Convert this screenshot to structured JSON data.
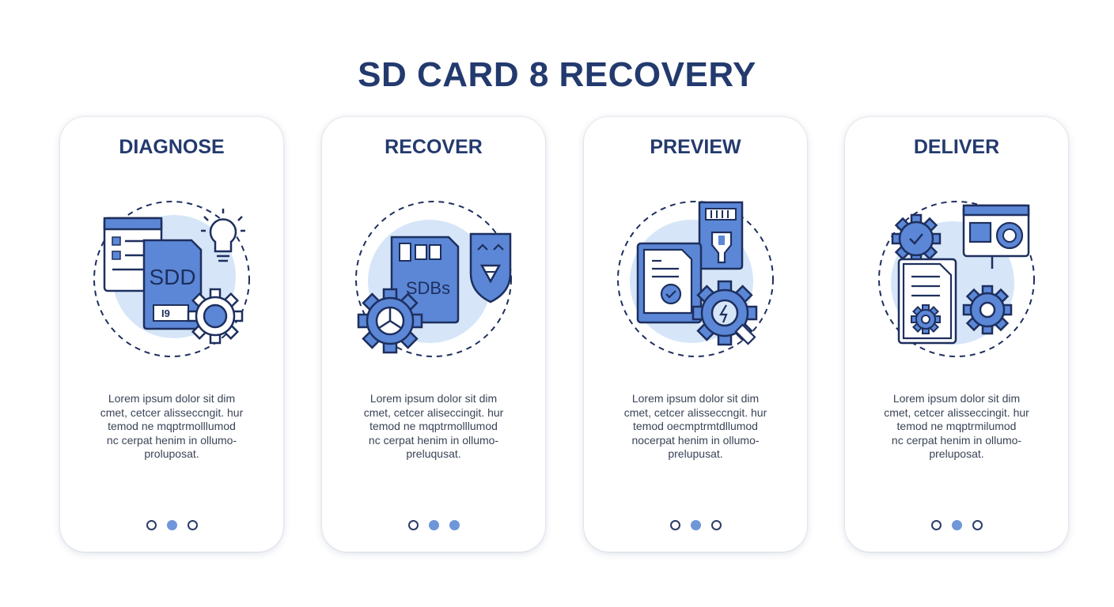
{
  "page_title": "SD CARD 8 RECOVERY",
  "colors": {
    "title": "#233a6e",
    "accent": "#5b87d6",
    "accent_light": "#d6e6f8",
    "outline": "#1e2f5e",
    "dot_active": "#6f96d8"
  },
  "cards": [
    {
      "title": "DIAGNOSE",
      "icon": "sd-card-diagnose-icon",
      "sd_label": "SDD",
      "sd_tag": "I9",
      "text": "Lorem ipsum dolor sit dim\ncmet, cetcer alisseccngit. hur\ntemod ne mqptrmolllumod\nnc cerpat henim in ollumo-\nproluposat.",
      "dots": [
        false,
        true,
        false
      ]
    },
    {
      "title": "RECOVER",
      "icon": "sd-card-recover-icon",
      "sd_label": "SDBs",
      "text": "Lorem ipsum dolor sit dim\ncmet, cetcer aliseccingit. hur\ntemod ne mqptrmolllumod\nnc cerpat henim in ollumo-\npreluqusat.",
      "dots": [
        false,
        true,
        true
      ]
    },
    {
      "title": "PREVIEW",
      "icon": "sd-card-preview-icon",
      "text": "Lorem ipsum dolor sit dim\ncmet, cetcer alisseccngit. hur\ntemod oecmptrmtdllumod\nnocerpat henim in ollumo-\nprelupusat.",
      "dots": [
        false,
        true,
        false
      ]
    },
    {
      "title": "DELIVER",
      "icon": "deliver-documents-icon",
      "text": "Lorem ipsum dolor sit dim\ncmet, cetcer alisseccingit. hur\ntemod ne mqptrmilumod\nnc cerpat henim in ollumo-\npreluposat.",
      "dots": [
        false,
        true,
        false
      ]
    }
  ]
}
